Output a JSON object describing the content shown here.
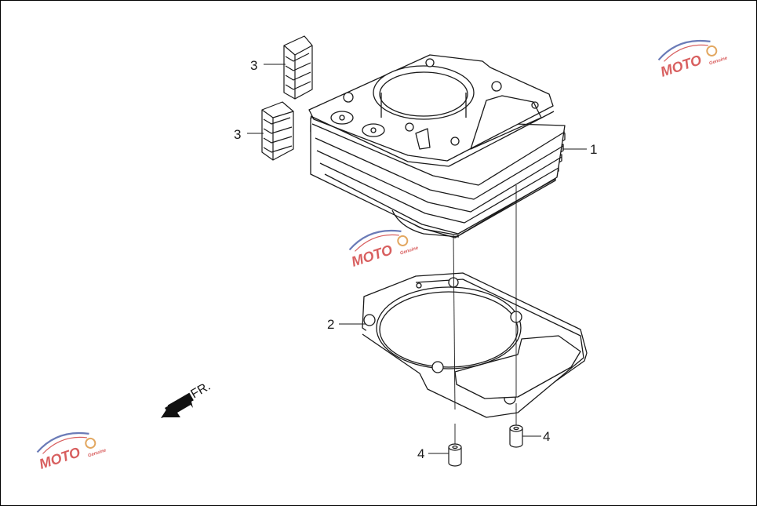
{
  "diagram": {
    "callouts": [
      {
        "id": "cylinder",
        "label": "1"
      },
      {
        "id": "gasket",
        "label": "2"
      },
      {
        "id": "clip_upper",
        "label": "3"
      },
      {
        "id": "clip_lower",
        "label": "3"
      },
      {
        "id": "dowel_left",
        "label": "4"
      },
      {
        "id": "dowel_right",
        "label": "4"
      }
    ],
    "direction_label": "FR.",
    "watermark": {
      "brand": "MOTO",
      "tagline": "Genuine",
      "colors": {
        "text": "#cc2a2a",
        "swoosh": "#3a4fa0",
        "gear": "#d98a2b"
      }
    }
  },
  "colors": {
    "line": "#1a1a1a",
    "part_fill": "#ffffff",
    "clip_fill": "#e6e6e6",
    "arrow": "#111111"
  }
}
